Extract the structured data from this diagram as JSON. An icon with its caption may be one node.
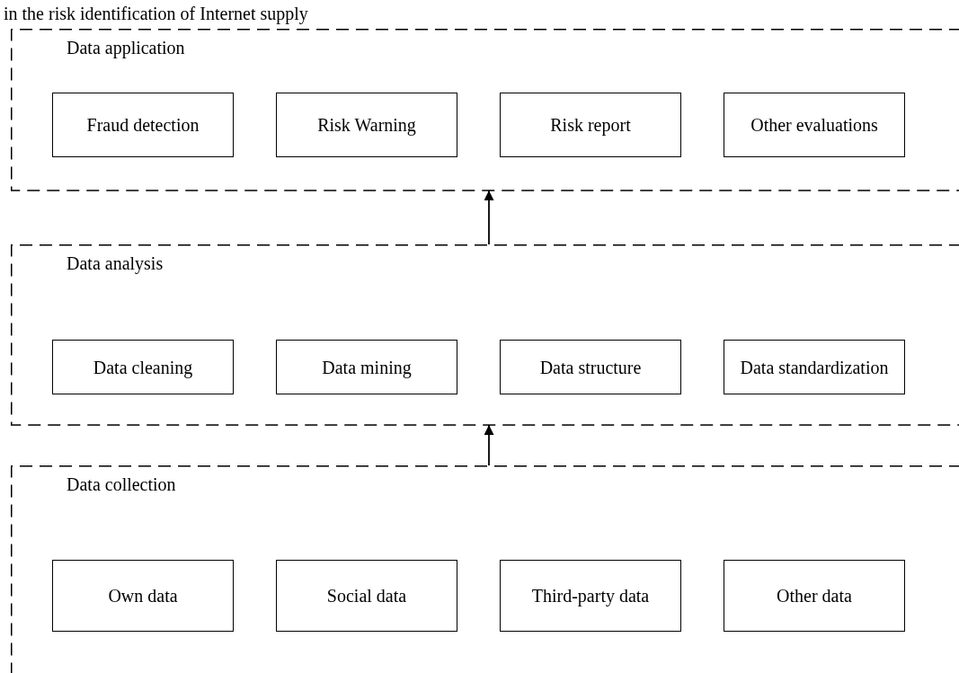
{
  "diagram": {
    "nodes": [
      {
        "text": [
          "Data application"
        ]
      },
      {
        "text": [
          "Fraud detection"
        ],
        "in": 0
      },
      {
        "text": [
          "Risk Warning"
        ],
        "in": 0
      },
      {
        "text": [
          "Risk report"
        ],
        "in": 0
      },
      {
        "text": [
          "Other evaluations"
        ],
        "in": 0
      },
      {
        "text": [
          "Data analysis"
        ]
      },
      {
        "text": [
          "Data cleaning"
        ],
        "in": 5
      },
      {
        "text": [
          "Data mining"
        ],
        "in": 5
      },
      {
        "text": [
          "Data structure"
        ],
        "in": 5
      },
      {
        "text": [
          "Data standardization"
        ],
        "in": 5
      },
      {
        "text": [
          "Data collection"
        ]
      },
      {
        "text": [
          "Own data"
        ],
        "in": 10
      },
      {
        "text": [
          "Social data"
        ],
        "in": 10
      },
      {
        "text": [
          "Third-party data"
        ],
        "in": 10
      },
      {
        "text": [
          "Other data"
        ],
        "in": 10
      }
    ],
    "edges": [
      {
        "from": 5,
        "to": 0,
        "arrow": "to"
      },
      {
        "from": 10,
        "to": 5,
        "arrow": "to"
      }
    ],
    "labels": [
      "in the risk identification of Internet supply"
    ]
  }
}
